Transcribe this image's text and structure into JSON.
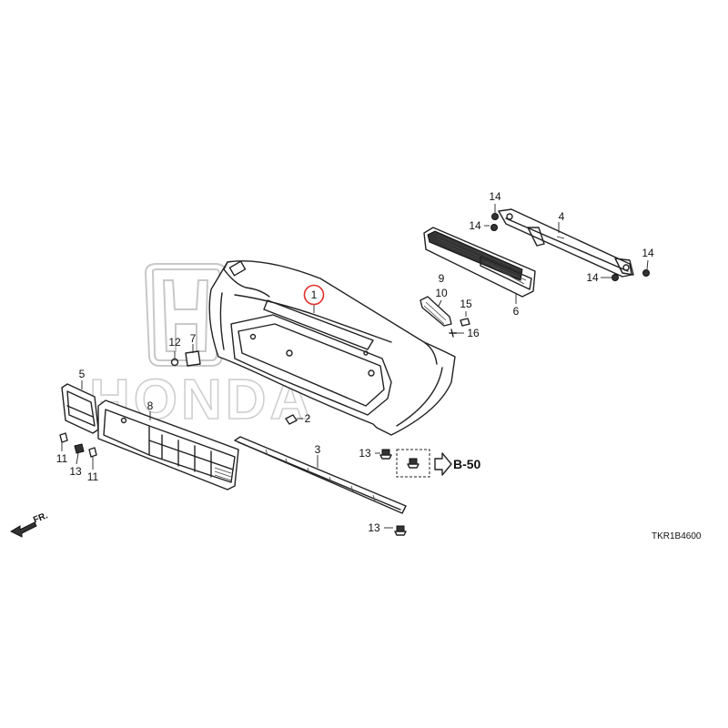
{
  "watermark": {
    "text": "HONDA"
  },
  "callouts": {
    "p1": "1",
    "p2": "2",
    "p3": "3",
    "p4": "4",
    "p5": "5",
    "p6": "6",
    "p7": "7",
    "p8": "8",
    "p9": "9",
    "p10": "10",
    "p11a": "11",
    "p11b": "11",
    "p12": "12",
    "p13a": "13",
    "p13b": "13",
    "p13c": "13",
    "p14a": "14",
    "p14b": "14",
    "p14c": "14",
    "p14d": "14",
    "p15": "15",
    "p16": "16"
  },
  "reference": {
    "label": "B-50"
  },
  "direction": {
    "label": "FR."
  },
  "diagram_code": "TKR1B4600",
  "colors": {
    "highlight_circle": "#e0302a",
    "line": "#222222",
    "watermark": "#c8c8c8"
  }
}
